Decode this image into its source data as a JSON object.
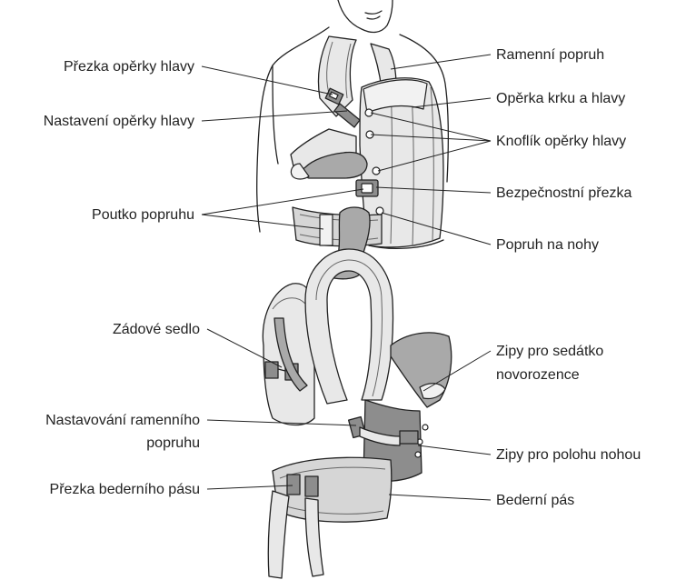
{
  "labels": {
    "head_support_buckle": "Přezka opěrky hlavy",
    "head_support_adjustment": "Nastavení opěrky hlavy",
    "strap_loop": "Poutko popruhu",
    "shoulder_strap": "Ramenní popruh",
    "neck_head_support": "Opěrka krku a hlavy",
    "head_support_button": "Knoflík opěrky hlavy",
    "safety_buckle": "Bezpečnostní přezka",
    "leg_strap": "Popruh na nohy",
    "back_saddle": "Zádové sedlo",
    "newborn_seat_zips": "Zipy pro sedátko",
    "newborn_seat_zips_2": "novorozence",
    "shoulder_strap_adjust": "Nastavování ramenního",
    "shoulder_strap_adjust_2": "popruhu",
    "leg_position_zips": "Zipy pro polohu nohou",
    "waist_belt_buckle": "Přezka bederního pásu",
    "waist_belt": "Bederní pás"
  },
  "colors": {
    "line": "#222222",
    "light_fabric": "#e8e8e8",
    "mid_fabric": "#a9a9a9",
    "dark_fabric": "#8d8d8d"
  }
}
